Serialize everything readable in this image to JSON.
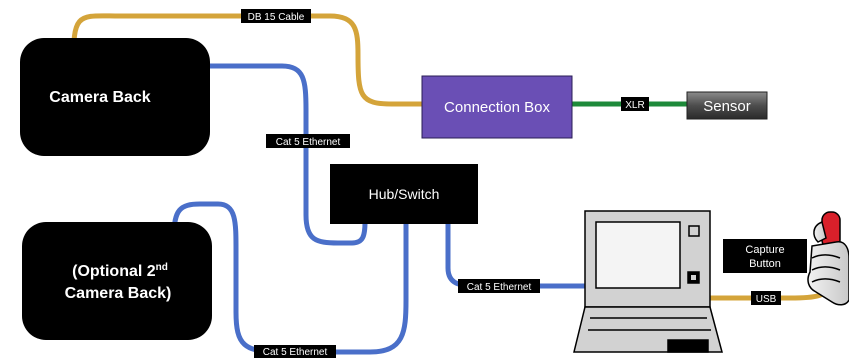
{
  "nodes": {
    "camera_back": {
      "label": "Camera Back"
    },
    "camera_back_2": {
      "line1": "(Optional 2",
      "sup": "nd",
      "line2": "Camera Back)"
    },
    "connection_box": {
      "label": "Connection Box"
    },
    "sensor": {
      "label": "Sensor"
    },
    "hub_switch": {
      "label": "Hub/Switch"
    },
    "capture_button": {
      "line1": "Capture",
      "line2": "Button"
    }
  },
  "cables": {
    "db15": "DB 15 Cable",
    "xlr": "XLR",
    "cat5_top": "Cat 5 Ethernet",
    "cat5_bottom": "Cat 5 Ethernet",
    "cat5_laptop": "Cat 5 Ethernet",
    "usb": "USB"
  },
  "colors": {
    "db15_cable": "#d4a43a",
    "ethernet_cable": "#4a6fc9",
    "xlr_cable": "#1e8a3a",
    "usb_cable": "#d4a43a",
    "connection_box_fill": "#6a4fb5",
    "sensor_fill": "#555555",
    "camera_fill": "#000000",
    "thumb_red": "#d8202a"
  },
  "icons": [
    "laptop-icon",
    "hand-thumbs-up-icon"
  ]
}
